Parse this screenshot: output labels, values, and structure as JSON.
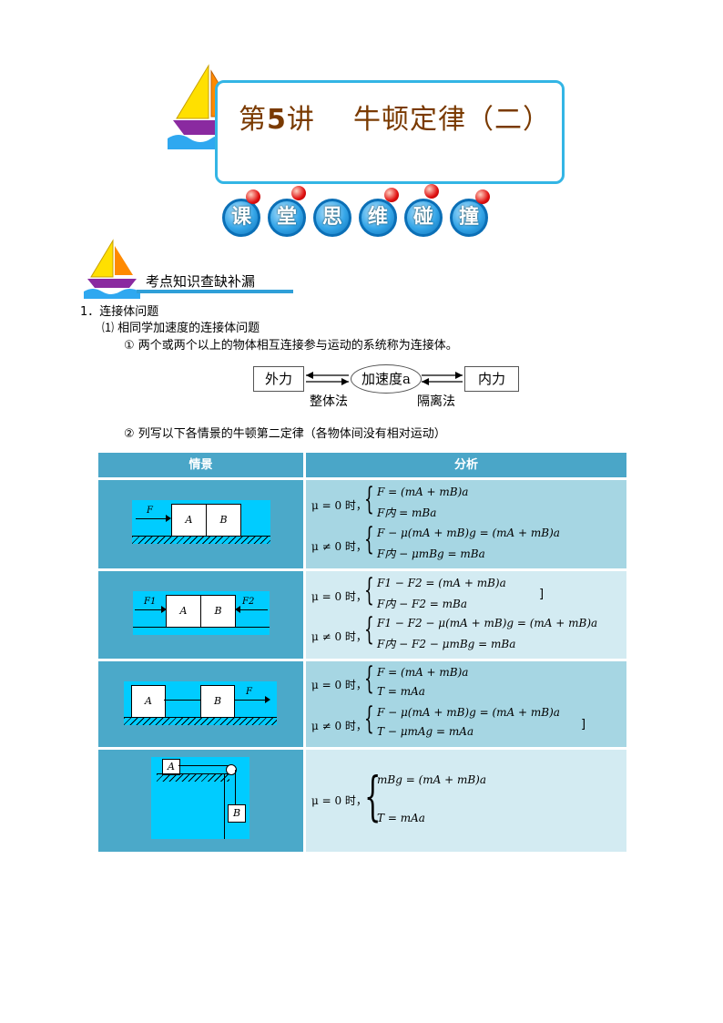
{
  "title": {
    "prefix": "第",
    "number": "5",
    "suffix": "讲    牛顿定律（二）"
  },
  "banner": {
    "chars": [
      "课",
      "堂",
      "思",
      "维",
      "碰",
      "撞"
    ]
  },
  "section": {
    "heading": "考点知识查缺补漏"
  },
  "items": {
    "item1": "1．连接体问题",
    "sub1": "⑴ 相同学加速度的连接体问题",
    "p1": "① 两个或两个以上的物体相互连接参与运动的系统称为连接体。",
    "p2": "② 列写以下各情景的牛顿第二定律（各物体间没有相对运动）"
  },
  "diagram": {
    "left": "外力",
    "center": "加速度a",
    "right": "内力",
    "left_label": "整体法",
    "right_label": "隔离法"
  },
  "table": {
    "headers": [
      "情景",
      "分析"
    ],
    "rows": [
      {
        "labels": {
          "F": "F",
          "A": "A",
          "B": "B"
        },
        "eq_zero": {
          "cond": "μ = 0 时，",
          "l1": "F = (mA + mB)a",
          "l2": "F内 = mBa"
        },
        "eq_nonzero": {
          "cond": "μ ≠ 0 时，",
          "l1": "F − μ(mA + mB)g = (mA + mB)a",
          "l2": "F内 − μmBg = mBa"
        },
        "bracket": ""
      },
      {
        "labels": {
          "F1": "F1",
          "F2": "F2",
          "A": "A",
          "B": "B"
        },
        "eq_zero": {
          "cond": "μ = 0 时，",
          "l1": "F1 − F2 = (mA + mB)a",
          "l2": "F内 − F2 = mBa"
        },
        "eq_nonzero": {
          "cond": "μ ≠ 0 时，",
          "l1": "F1 − F2 − μ(mA + mB)g = (mA + mB)a",
          "l2": "F内 − F2 − μmBg = mBa"
        },
        "bracket": "]"
      },
      {
        "labels": {
          "F": "F",
          "A": "A",
          "B": "B"
        },
        "eq_zero": {
          "cond": "μ = 0 时，",
          "l1": "F = (mA + mB)a",
          "l2": "T = mAa"
        },
        "eq_nonzero": {
          "cond": "μ ≠ 0 时，",
          "l1": "F − μ(mA + mB)g = (mA + mB)a",
          "l2": "T − μmAg = mAa"
        },
        "bracket": "]"
      },
      {
        "labels": {
          "A": "A",
          "B": "B"
        },
        "eq_zero": {
          "cond": "μ = 0 时，",
          "l1": "mBg = (mA + mB)a",
          "l2": "T = mAa"
        }
      }
    ]
  },
  "colors": {
    "header": "#4aa6c8",
    "left_cell": "#4ba9c9",
    "scene": "#00ccff",
    "right_dark": "#a6d6e3",
    "right_light": "#d3ebf2",
    "title_border": "#33b5e5"
  }
}
